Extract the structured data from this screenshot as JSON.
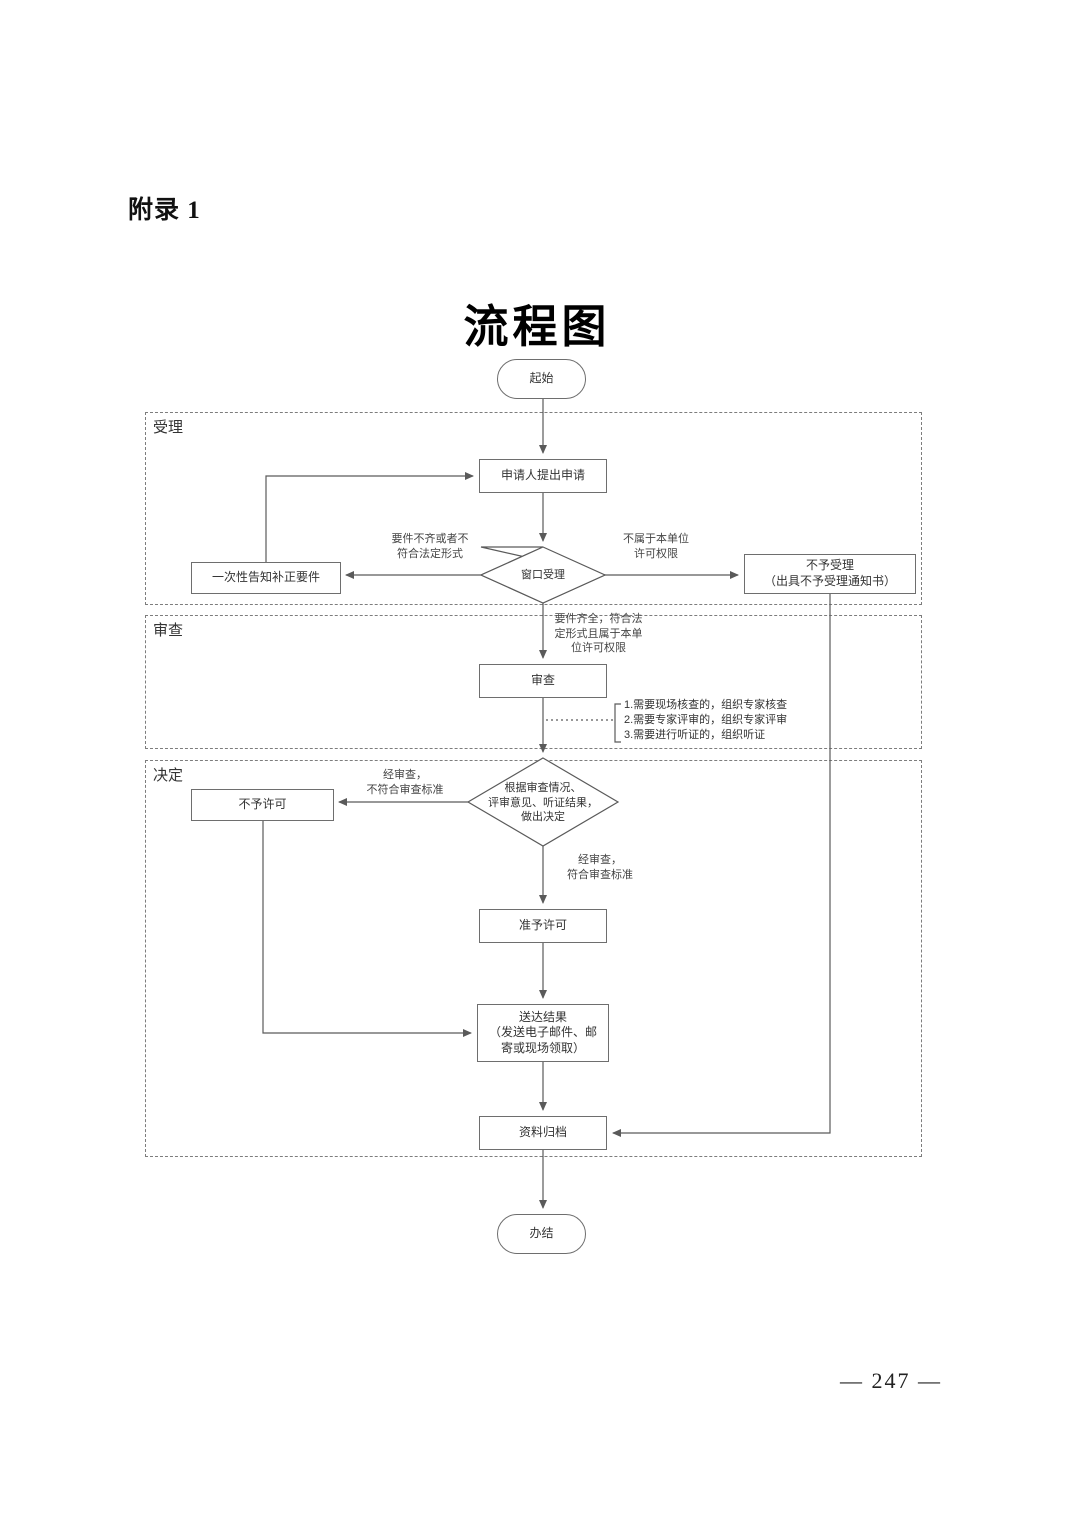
{
  "page": {
    "appendix": "附录 1",
    "title": "流程图",
    "page_number": "— 247 —"
  },
  "lanes": [
    {
      "label": "受理"
    },
    {
      "label": "审查"
    },
    {
      "label": "决定"
    }
  ],
  "nodes": {
    "start": {
      "label": "起始"
    },
    "apply": {
      "label": "申请人提出申请"
    },
    "window_review": {
      "label": "窗口受理"
    },
    "supplement_notice": {
      "label": "一次性告知补正要件"
    },
    "not_accepted": {
      "label": "不予受理\n（出具不予受理通知书）"
    },
    "review": {
      "label": "审查"
    },
    "decision": {
      "label": "根据审查情况、\n评审意见、听证结果，\n做出决定"
    },
    "deny": {
      "label": "不予许可"
    },
    "grant": {
      "label": "准予许可"
    },
    "deliver": {
      "label": "送达结果\n（发送电子邮件、邮\n寄或现场领取）"
    },
    "archive": {
      "label": "资料归档"
    },
    "end": {
      "label": "办结"
    }
  },
  "edge_labels": {
    "incomplete": "要件不齐或者不\n符合法定形式",
    "no_authority": "不属于本单位\n许可权限",
    "complete": "要件齐全，符合法\n定形式且属于本单\n位许可权限",
    "review_fail": "经审查，\n不符合审查标准",
    "review_pass": "经审查，\n符合审查标准"
  },
  "notes": {
    "items": [
      "1.需要现场核查的，组织专家核查",
      "2.需要专家评审的，组织专家评审",
      "3.需要进行听证的，组织听证"
    ]
  },
  "colors": {
    "line": "#5a5a5a",
    "box_border": "#6e6e6e",
    "lane_border": "#7d7d7d"
  }
}
